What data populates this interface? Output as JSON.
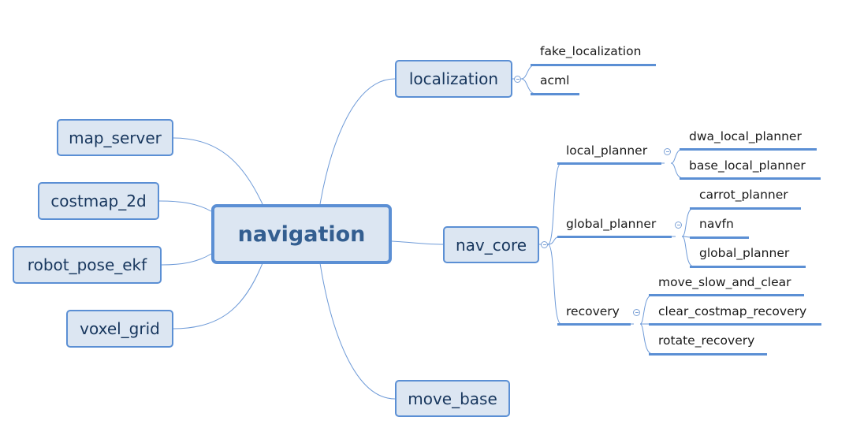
{
  "root": {
    "label": "navigation"
  },
  "left_topics": [
    {
      "label": "map_server"
    },
    {
      "label": "costmap_2d"
    },
    {
      "label": "robot_pose_ekf"
    },
    {
      "label": "voxel_grid"
    }
  ],
  "right_topics": {
    "localization": {
      "label": "localization",
      "children": [
        "fake_localization",
        "acml"
      ]
    },
    "nav_core": {
      "label": "nav_core",
      "children": [
        {
          "label": "local_planner",
          "children": [
            "dwa_local_planner",
            "base_local_planner"
          ]
        },
        {
          "label": "global_planner",
          "children": [
            "carrot_planner",
            "navfn",
            "global_planner"
          ]
        },
        {
          "label": "recovery",
          "children": [
            "move_slow_and_clear",
            "clear_costmap_recovery",
            "rotate_recovery"
          ]
        }
      ]
    },
    "move_base": {
      "label": "move_base"
    }
  },
  "colors": {
    "accent": "#5b8fd4",
    "fill": "#dce6f2",
    "root_text": "#335e90"
  }
}
